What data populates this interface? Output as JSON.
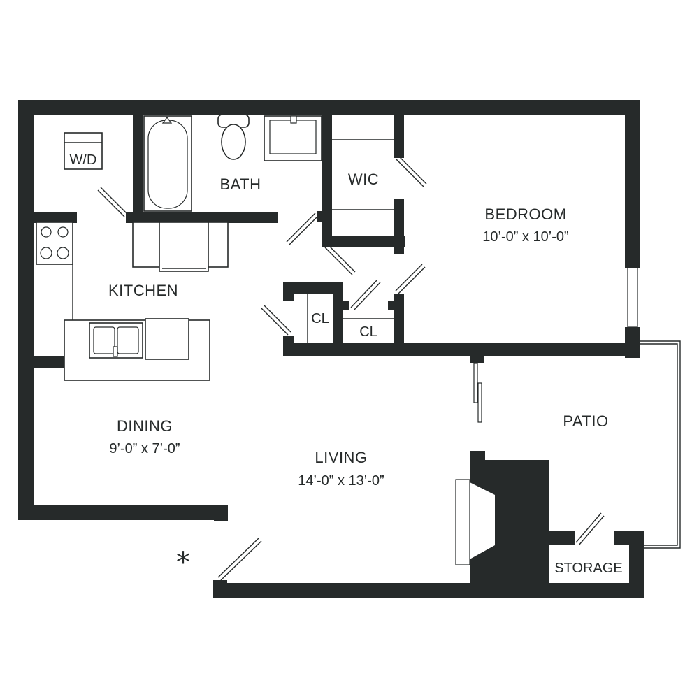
{
  "rooms": {
    "bedroom": {
      "name": "BEDROOM",
      "dims": "10’-0” x 10’-0”"
    },
    "bath": {
      "name": "BATH"
    },
    "wic": {
      "name": "WIC"
    },
    "kitchen": {
      "name": "KITCHEN"
    },
    "dining": {
      "name": "DINING",
      "dims": "9’-0” x 7’-0”"
    },
    "living": {
      "name": "LIVING",
      "dims": "14’-0” x 13’-0”"
    },
    "patio": {
      "name": "PATIO"
    },
    "storage": {
      "name": "STORAGE"
    },
    "closet_left": {
      "name": "CL"
    },
    "closet_right": {
      "name": "CL"
    }
  },
  "fixtures": {
    "washer_dryer": "W/D"
  },
  "markers": {
    "entry_symbol": "*"
  },
  "colors": {
    "wall": "#262a2a",
    "background": "#ffffff"
  }
}
